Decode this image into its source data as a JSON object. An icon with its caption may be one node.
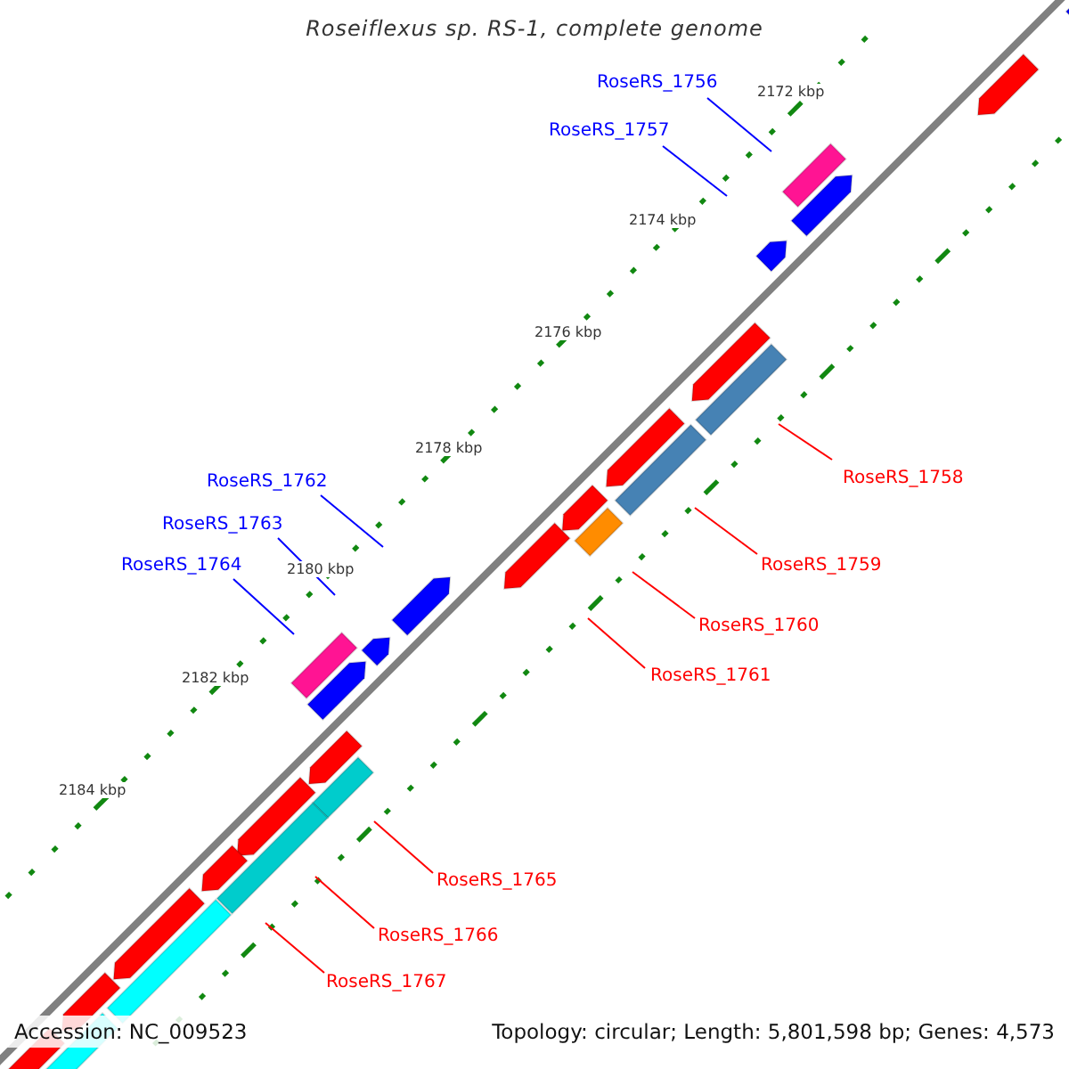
{
  "diagram": {
    "title": "Roseiflexus sp. RS-1, complete genome",
    "nodes": [
      {
        "text": [
          "RoseRS_1756"
        ]
      },
      {
        "text": [
          "RoseRS_1757"
        ]
      },
      {
        "text": [
          "RoseRS_1758"
        ]
      },
      {
        "text": [
          "RoseRS_1759"
        ]
      },
      {
        "text": [
          "RoseRS_1760"
        ]
      },
      {
        "text": [
          "RoseRS_1761"
        ]
      },
      {
        "text": [
          "RoseRS_1762"
        ]
      },
      {
        "text": [
          "RoseRS_1763"
        ]
      },
      {
        "text": [
          "RoseRS_1764"
        ]
      },
      {
        "text": [
          "RoseRS_1765"
        ]
      },
      {
        "text": [
          "RoseRS_1766"
        ]
      },
      {
        "text": [
          "RoseRS_1767"
        ]
      }
    ],
    "edges": [
      {
        "from": 0,
        "to": null,
        "arrow": "none",
        "color": "#0000ff"
      },
      {
        "from": 1,
        "to": null,
        "arrow": "none",
        "color": "#0000ff"
      },
      {
        "from": 2,
        "to": null,
        "arrow": "none"
      },
      {
        "from": 3,
        "to": null,
        "arrow": "none"
      },
      {
        "from": 4,
        "to": null,
        "arrow": "none"
      },
      {
        "from": 5,
        "to": null,
        "arrow": "none"
      },
      {
        "from": 6,
        "to": null,
        "arrow": "none",
        "color": "#0000ff"
      },
      {
        "from": 7,
        "to": null,
        "arrow": "none",
        "color": "#0000ff"
      },
      {
        "from": 8,
        "to": null,
        "arrow": "none",
        "color": "#0000ff"
      },
      {
        "from": 9,
        "to": null,
        "arrow": "none"
      },
      {
        "from": 10,
        "to": null,
        "arrow": "none"
      },
      {
        "from": 11,
        "to": null,
        "arrow": "none"
      }
    ],
    "labels": [
      "2172 kbp",
      "2174 kbp",
      "2176 kbp",
      "2178 kbp",
      "2180 kbp",
      "2182 kbp",
      "2184 kbp",
      "Accession: NC_009523",
      "Topology: circular; Length: 5,801,598 bp; Genes: 4,573"
    ]
  }
}
